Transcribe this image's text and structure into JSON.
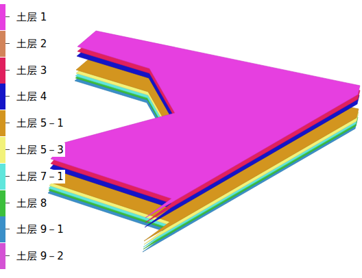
{
  "diagram": {
    "legend": [
      {
        "text": "土层 1",
        "color": "#e63fe0"
      },
      {
        "text": "土层 2",
        "color": "#d2845a"
      },
      {
        "text": "土层 3",
        "color": "#e0205e"
      },
      {
        "text": "土层 4",
        "color": "#1414c8"
      },
      {
        "text": "土层 5－1",
        "color": "#d3951f"
      },
      {
        "text": "土层 5－3",
        "color": "#f2f27a"
      },
      {
        "text": "土层 7－1",
        "color": "#5fe6dc"
      },
      {
        "text": "土层 8",
        "color": "#3cbf3c"
      },
      {
        "text": "土层 9－1",
        "color": "#3a8fc8"
      },
      {
        "text": "土层 9－2",
        "color": "#d452d4"
      }
    ]
  }
}
